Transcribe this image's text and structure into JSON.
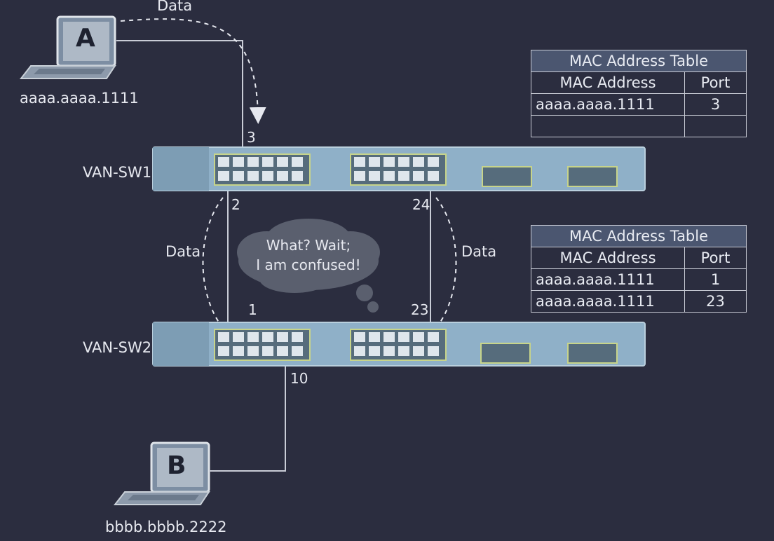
{
  "hosts": {
    "a": {
      "letter": "A",
      "mac": "aaaa.aaaa.1111"
    },
    "b": {
      "letter": "B",
      "mac": "bbbb.bbbb.2222"
    }
  },
  "switches": {
    "sw1": {
      "name": "VAN-SW1"
    },
    "sw2": {
      "name": "VAN-SW2"
    }
  },
  "ports": {
    "sw1_p3": "3",
    "sw1_p2": "2",
    "sw1_p24": "24",
    "sw2_p1": "1",
    "sw2_p23": "23",
    "sw2_p10": "10"
  },
  "flow_labels": {
    "top": "Data",
    "left": "Data",
    "right": "Data"
  },
  "cloud": {
    "line1": "What? Wait;",
    "line2": "I am confused!"
  },
  "mac_table_1": {
    "title": "MAC Address Table",
    "headers": [
      "MAC Address",
      "Port"
    ],
    "rows": [
      {
        "mac": "aaaa.aaaa.1111",
        "port": "3"
      },
      {
        "mac": "",
        "port": ""
      }
    ]
  },
  "mac_table_2": {
    "title": "MAC Address Table",
    "headers": [
      "MAC Address",
      "Port"
    ],
    "rows": [
      {
        "mac": "aaaa.aaaa.1111",
        "port": "1"
      },
      {
        "mac": "aaaa.aaaa.1111",
        "port": "23"
      }
    ]
  },
  "colors": {
    "background": "#2b2d3f",
    "switch_body": "#8fb0c8",
    "table_header": "#4b5670",
    "line": "#c9ccd6"
  }
}
